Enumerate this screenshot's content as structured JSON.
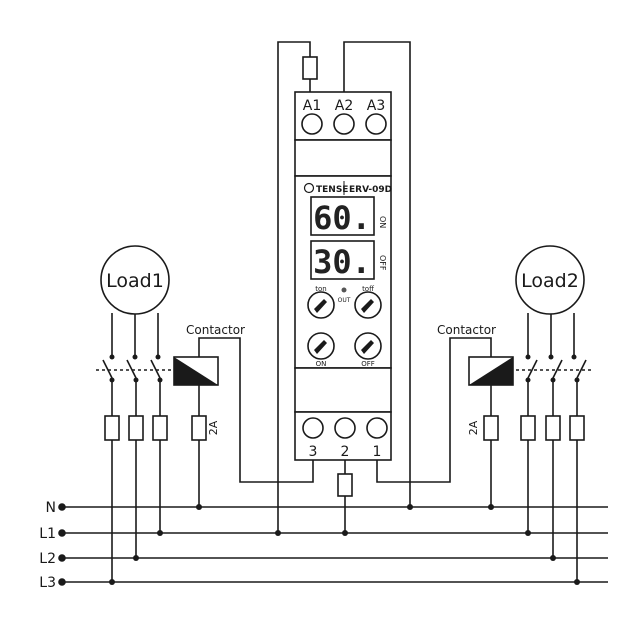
{
  "relay": {
    "top_terminals": [
      "A1",
      "A2",
      "A3"
    ],
    "bottom_terminals": [
      "3",
      "2",
      "1"
    ],
    "brand": "TENSE",
    "model": "ERV-09D",
    "display_on_value": "60.",
    "display_off_value": "30.",
    "display_on_label": "ON",
    "display_off_label": "OFF",
    "knob_ton_label": "ton",
    "knob_toff_label": "toff",
    "out_label": "OUT",
    "knob_on_label": "ON",
    "knob_off_label": "OFF"
  },
  "loads": [
    "Load1",
    "Load2"
  ],
  "contactor_label": "Contactor",
  "fuse_rating": "2A",
  "lines": [
    "N",
    "L1",
    "L2",
    "L3"
  ],
  "colors": {
    "line": "#1a1a1a",
    "panel_fill": "#ffffff",
    "contactor_fill": "#1a1a1a"
  }
}
